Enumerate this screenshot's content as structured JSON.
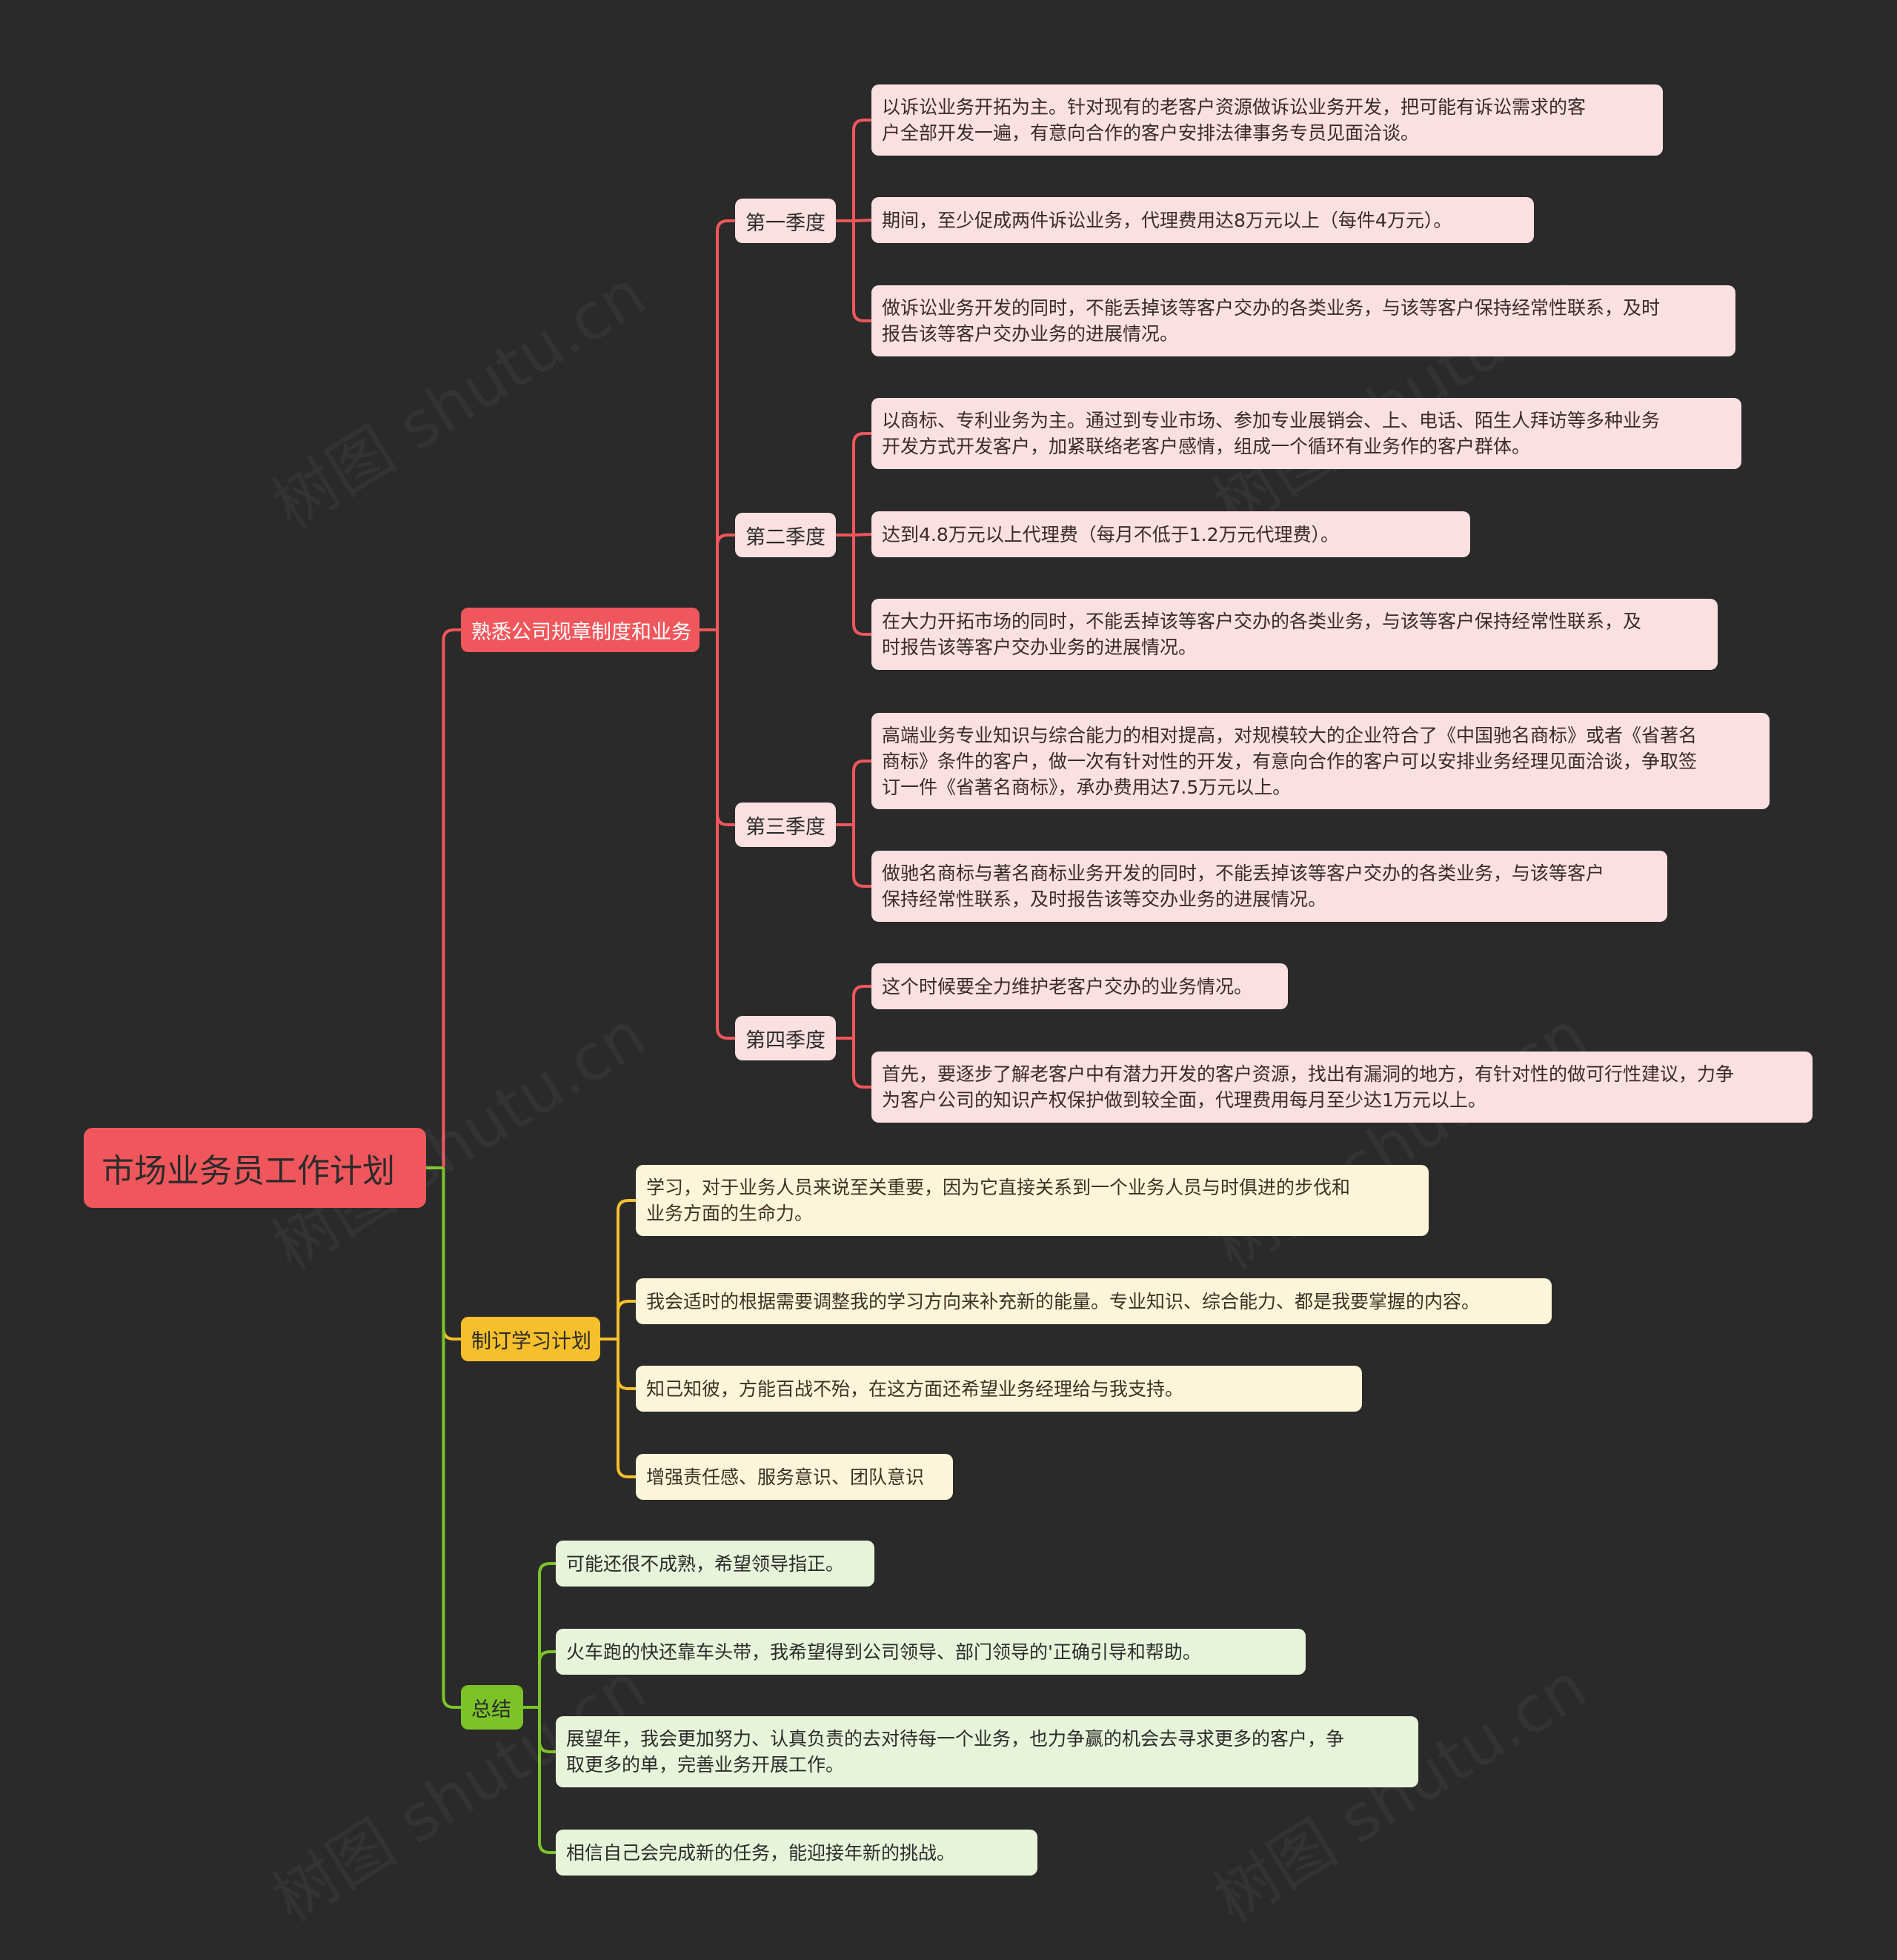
{
  "watermark": "树图 shutu.cn",
  "colors": {
    "background": "#2a2a2a",
    "red": "#f0575c",
    "yellow": "#f6bf2c",
    "green": "#7cc329"
  },
  "root": {
    "label": "市场业务员工作计划"
  },
  "branches": [
    {
      "label": "熟悉公司规章制度和业务",
      "color": "red",
      "children": [
        {
          "label": "第一季度",
          "items": [
            [
              "以诉讼业务开拓为主。针对现有的老客户资源做诉讼业务开发，把可能有诉讼需求的客",
              "户全部开发一遍，有意向合作的客户安排法律事务专员见面洽谈。"
            ],
            [
              "期间，至少促成两件诉讼业务，代理费用达8万元以上（每件4万元）。"
            ],
            [
              "做诉讼业务开发的同时，不能丢掉该等客户交办的各类业务，与该等客户保持经常性联系，及时",
              "报告该等客户交办业务的进展情况。"
            ]
          ]
        },
        {
          "label": "第二季度",
          "items": [
            [
              "以商标、专利业务为主。通过到专业市场、参加专业展销会、上、电话、陌生人拜访等多种业务",
              "开发方式开发客户，加紧联络老客户感情，组成一个循环有业务作的客户群体。"
            ],
            [
              "达到4.8万元以上代理费（每月不低于1.2万元代理费）。"
            ],
            [
              "在大力开拓市场的同时，不能丢掉该等客户交办的各类业务，与该等客户保持经常性联系，及",
              "时报告该等客户交办业务的进展情况。"
            ]
          ]
        },
        {
          "label": "第三季度",
          "items": [
            [
              "高端业务专业知识与综合能力的相对提高，对规模较大的企业符合了《中国驰名商标》或者《省著名",
              "商标》条件的客户，做一次有针对性的开发，有意向合作的客户可以安排业务经理见面洽谈，争取签",
              "订一件《省著名商标》，承办费用达7.5万元以上。"
            ],
            [
              "做驰名商标与著名商标业务开发的同时，不能丢掉该等客户交办的各类业务，与该等客户",
              "保持经常性联系，及时报告该等交办业务的进展情况。"
            ]
          ]
        },
        {
          "label": "第四季度",
          "items": [
            [
              "这个时候要全力维护老客户交办的业务情况。"
            ],
            [
              "首先，要逐步了解老客户中有潜力开发的客户资源，找出有漏洞的地方，有针对性的做可行性建议，力争",
              "为客户公司的知识产权保护做到较全面，代理费用每月至少达1万元以上。"
            ]
          ]
        }
      ]
    },
    {
      "label": "制订学习计划",
      "color": "yellow",
      "items": [
        [
          "学习，对于业务人员来说至关重要，因为它直接关系到一个业务人员与时俱进的步伐和",
          "业务方面的生命力。"
        ],
        [
          "我会适时的根据需要调整我的学习方向来补充新的能量。专业知识、综合能力、都是我要掌握的内容。"
        ],
        [
          "知己知彼，方能百战不殆，在这方面还希望业务经理给与我支持。"
        ],
        [
          "增强责任感、服务意识、团队意识"
        ]
      ]
    },
    {
      "label": "总结",
      "color": "green",
      "items": [
        [
          "可能还很不成熟，希望领导指正。"
        ],
        [
          "火车跑的快还靠车头带，我希望得到公司领导、部门领导的'正确引导和帮助。"
        ],
        [
          "展望年，我会更加努力、认真负责的去对待每一个业务，也力争赢的机会去寻求更多的客户，争",
          "取更多的单，完善业务开展工作。"
        ],
        [
          "相信自己会完成新的任务，能迎接年新的挑战。"
        ]
      ]
    }
  ]
}
